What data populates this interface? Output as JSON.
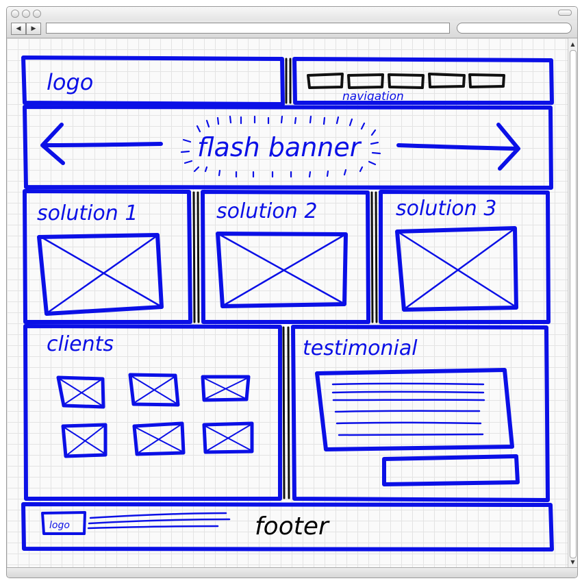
{
  "browser": {
    "back_icon": "◀",
    "forward_icon": "▶",
    "address_value": "",
    "search_value": "",
    "scroll_up_icon": "▲",
    "scroll_down_icon": "▼"
  },
  "colors": {
    "sketch_blue": "#0b10e6",
    "divider_black": "#111111",
    "ink_black": "#000000"
  },
  "wireframe": {
    "logo": "logo",
    "navigation": "navigation",
    "banner": "flash banner",
    "solutions": [
      "solution 1",
      "solution 2",
      "solution 3"
    ],
    "clients": "clients",
    "testimonial": "testimonial",
    "footer_logo": "logo",
    "footer": "footer"
  }
}
